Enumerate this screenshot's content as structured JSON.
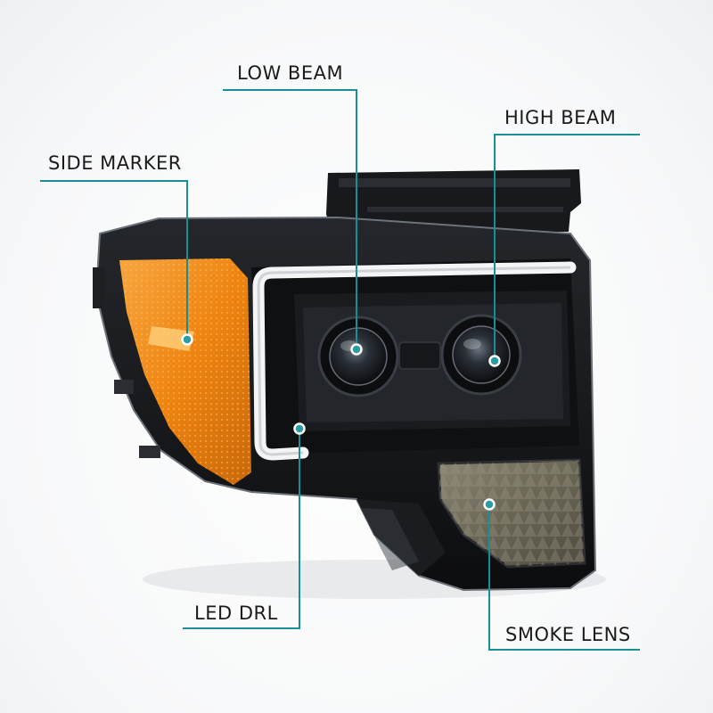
{
  "colors": {
    "accent": "#1a8e96",
    "housing": "#121417",
    "amber": "#f08a12",
    "smoke_lens": "#6e6a5a",
    "drl": "#e9ecef"
  },
  "callouts": {
    "low_beam": "LOW BEAM",
    "high_beam": "HIGH BEAM",
    "side_marker": "SIDE MARKER",
    "led_drl": "LED DRL",
    "smoke_lens": "SMOKE LENS"
  }
}
